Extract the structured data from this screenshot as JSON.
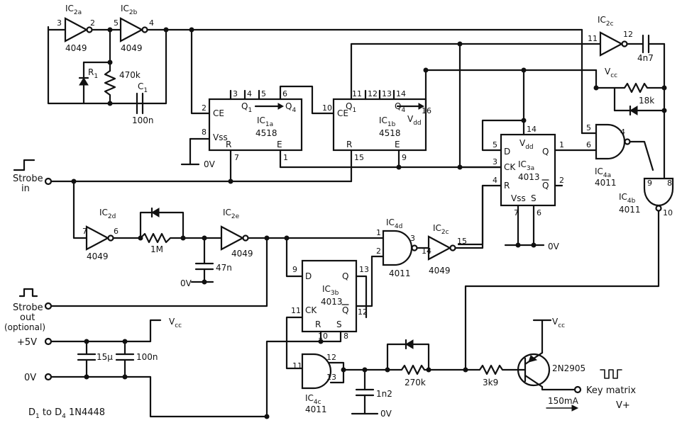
{
  "ic2a": {
    "name": "IC",
    "sub": "2a",
    "type": "4049",
    "pin_in": "3",
    "pin_out": "2"
  },
  "ic2b": {
    "name": "IC",
    "sub": "2b",
    "type": "4049",
    "pin_in": "5",
    "pin_out": "4"
  },
  "ic2c_top": {
    "name": "IC",
    "sub": "2c",
    "pin_in": "11",
    "pin_out": "12"
  },
  "ic2d": {
    "name": "IC",
    "sub": "2d",
    "type": "4049",
    "pin_in": "7",
    "pin_out": "6"
  },
  "ic2e": {
    "name": "IC",
    "sub": "2e",
    "type": "4049"
  },
  "ic2c_mid": {
    "name": "IC",
    "sub": "2c",
    "type": "4049",
    "pin_in": "14",
    "pin_out": "15"
  },
  "r1": {
    "name": "R",
    "sub": "1",
    "value": "470k"
  },
  "c1": {
    "name": "C",
    "sub": "1",
    "value": "100n"
  },
  "c_4n7": "4n7",
  "r_18k": "18k",
  "vcc": "V",
  "vcc_sub": "cc",
  "zero_v": "0V",
  "ic1a": {
    "name": "IC",
    "sub": "1a",
    "type": "4518",
    "p_ce": "CE",
    "p_vss": "Vss",
    "p_r": "R",
    "p_e": "E",
    "p_q1": "Q",
    "p_q1s": "1",
    "p_q4": "Q",
    "p_q4s": "4",
    "n2": "2",
    "n8": "8",
    "n7": "7",
    "n1": "1",
    "n3": "3",
    "n4": "4",
    "n5": "5",
    "n6": "6"
  },
  "ic1b": {
    "name": "IC",
    "sub": "1b",
    "type": "4518",
    "p_ce": "CE",
    "p_r": "R",
    "p_e": "E",
    "p_vdd": "V",
    "p_vdds": "dd",
    "n10": "10",
    "n15": "15",
    "n9": "9",
    "n11": "11",
    "n12": "12",
    "n13": "13",
    "n14": "14",
    "n16": "16"
  },
  "ic3a": {
    "name": "IC",
    "sub": "3a",
    "type": "4013",
    "p_vdd": "V",
    "p_vdds": "dd",
    "p_d": "D",
    "p_ck": "CK",
    "p_r": "R",
    "p_q": "Q",
    "p_qb": "Q",
    "p_vss": "Vss",
    "p_s": "S",
    "n14": "14",
    "n5": "5",
    "n3": "3",
    "n4": "4",
    "n1": "1",
    "n2": "2",
    "n7": "7",
    "n6": "6"
  },
  "ic3b": {
    "name": "IC",
    "sub": "3b",
    "type": "4013",
    "p_d": "D",
    "p_q": "Q",
    "p_ck": "CK",
    "p_qb": "Q",
    "p_r": "R",
    "p_s": "S",
    "n9": "9",
    "n13": "13",
    "n11": "11",
    "n12": "12",
    "n10": "10",
    "n8": "8"
  },
  "ic4a": {
    "name": "IC",
    "sub": "4a",
    "type": "4011",
    "n5": "5",
    "n6": "6",
    "n4": "4"
  },
  "ic4b": {
    "name": "IC",
    "sub": "4b",
    "type": "4011",
    "n9": "9",
    "n8": "8",
    "n10": "10"
  },
  "ic4c": {
    "name": "IC",
    "sub": "4c",
    "type": "4011",
    "n11": "11",
    "n12": "12",
    "n13": "13"
  },
  "ic4d": {
    "name": "IC",
    "sub": "4d",
    "type": "4011",
    "n1": "1",
    "n2": "2",
    "n3": "3"
  },
  "r_1m": "1M",
  "c_47n": "47n",
  "c_15u": "15µ",
  "c_100n_b": "100n",
  "c_1n2": "1n2",
  "r_270k": "270k",
  "r_3k9": "3k9",
  "transistor": "2N2905",
  "current": "150mA",
  "strobe_in": {
    "line1": "Strobe",
    "line2": "in"
  },
  "strobe_out": {
    "line1": "Strobe",
    "line2": "out",
    "line3": "(optional)"
  },
  "plus5v": "+5V",
  "zero_v_in": "0V",
  "key_matrix": "Key matrix",
  "v_plus": "V+",
  "diodes_note": {
    "d": "D",
    "s1": "1",
    "to": "to D",
    "s4": "4",
    "part": "1N4448"
  }
}
